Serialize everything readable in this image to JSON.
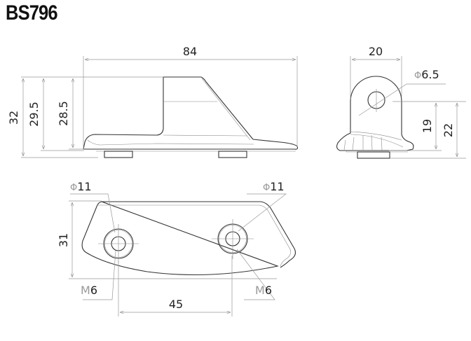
{
  "title": "BS796",
  "side_view": {
    "width": "84",
    "height_total": "32",
    "height_mid": "29.5",
    "height_body": "28.5"
  },
  "front_view": {
    "width": "20",
    "hole_diameter": "6.5",
    "hole_height": "19",
    "height_total": "22",
    "diameter_symbol": "Φ"
  },
  "bottom_view": {
    "depth": "31",
    "hole_spacing": "45",
    "left_diameter": "11",
    "right_diameter": "11",
    "left_thread_prefix": "M",
    "left_thread": "6",
    "right_thread_prefix": "M",
    "right_thread": "6",
    "diameter_symbol": "Φ"
  }
}
